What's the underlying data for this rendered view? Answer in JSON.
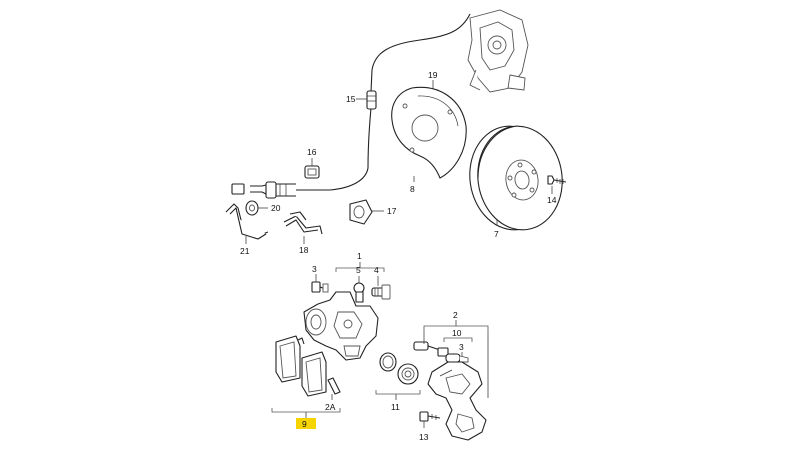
{
  "diagram": {
    "labels": {
      "p19": "19",
      "p15": "15",
      "p16": "16",
      "p8": "8",
      "p14": "14",
      "p20": "20",
      "p17": "17",
      "p7": "7",
      "p21": "21",
      "p18": "18",
      "p1": "1",
      "p3a": "3",
      "p5": "5",
      "p4": "4",
      "p2": "2",
      "p10": "10",
      "p3b": "3",
      "p9": "9",
      "p11": "11",
      "p2a": "2A",
      "p13": "13"
    },
    "highlight_color": "#f5d400"
  }
}
